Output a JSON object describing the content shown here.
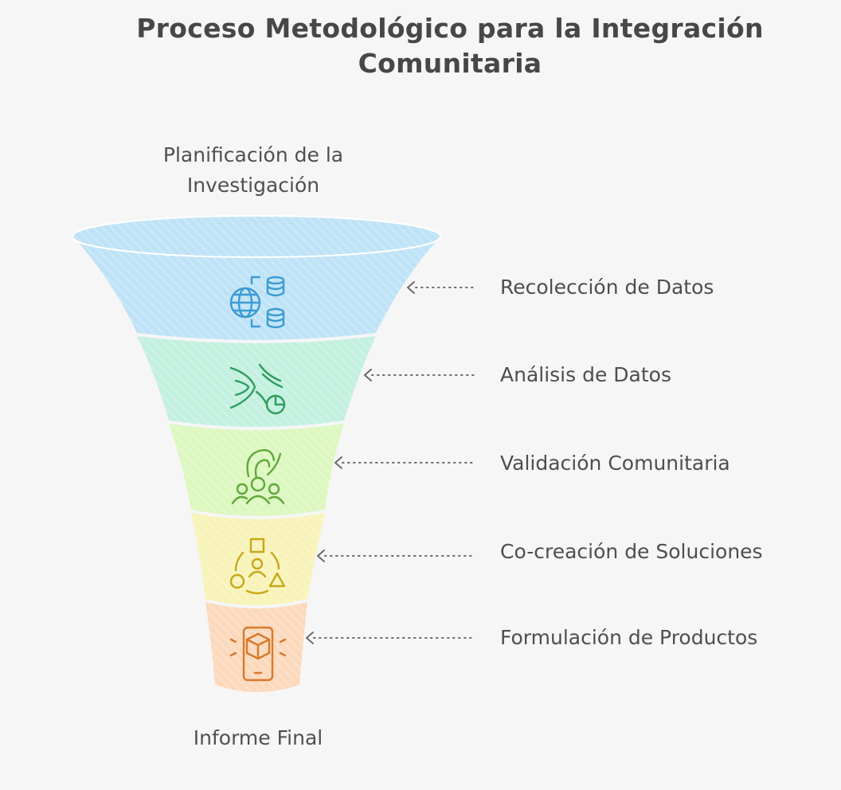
{
  "title": {
    "line1": "Proceso Metodológico para la Integración",
    "line2": "Comunitaria"
  },
  "top_label": {
    "line1": "Planificación de la",
    "line2": "Investigación"
  },
  "bottom_label": "Informe Final",
  "stages": [
    {
      "label": "Recolección de Datos",
      "color": "#bfe3f6",
      "icon": "globe-database-icon",
      "icon_color": "#3a9bd4"
    },
    {
      "label": "Análisis de Datos",
      "color": "#c3f0df",
      "icon": "data-flow-chart-icon",
      "icon_color": "#2e9d5e"
    },
    {
      "label": "Validación Comunitaria",
      "color": "#dcf7bf",
      "icon": "community-validation-icon",
      "icon_color": "#5fa83a"
    },
    {
      "label": "Co-creación de Soluciones",
      "color": "#f8f3b8",
      "icon": "co-creation-shapes-icon",
      "icon_color": "#c7a81a"
    },
    {
      "label": "Formulación de Productos",
      "color": "#fcd9bd",
      "icon": "mobile-product-icon",
      "icon_color": "#d9782a"
    }
  ]
}
